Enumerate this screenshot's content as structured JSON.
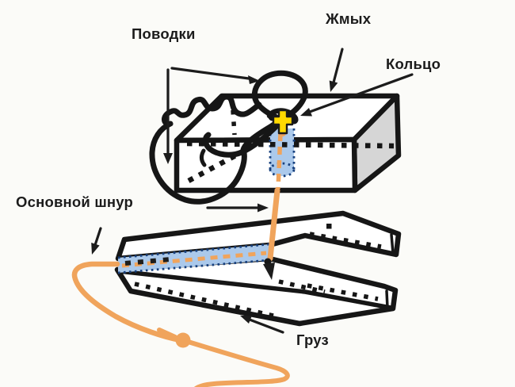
{
  "diagram": {
    "labels": {
      "leaders": "Поводки",
      "cake": "Жмых",
      "ring": "Кольцо",
      "main_cord": "Основной шнур",
      "weight": "Груз"
    },
    "colors": {
      "background": "#FBFBF8",
      "line": "#161616",
      "text": "#1C1C1C",
      "cord": "#F0A45C",
      "hole_fill": "#ABC9EB",
      "hole_border": "#17407E",
      "ring_fill": "#FFD900",
      "box_side": "#D6D6D6"
    }
  }
}
